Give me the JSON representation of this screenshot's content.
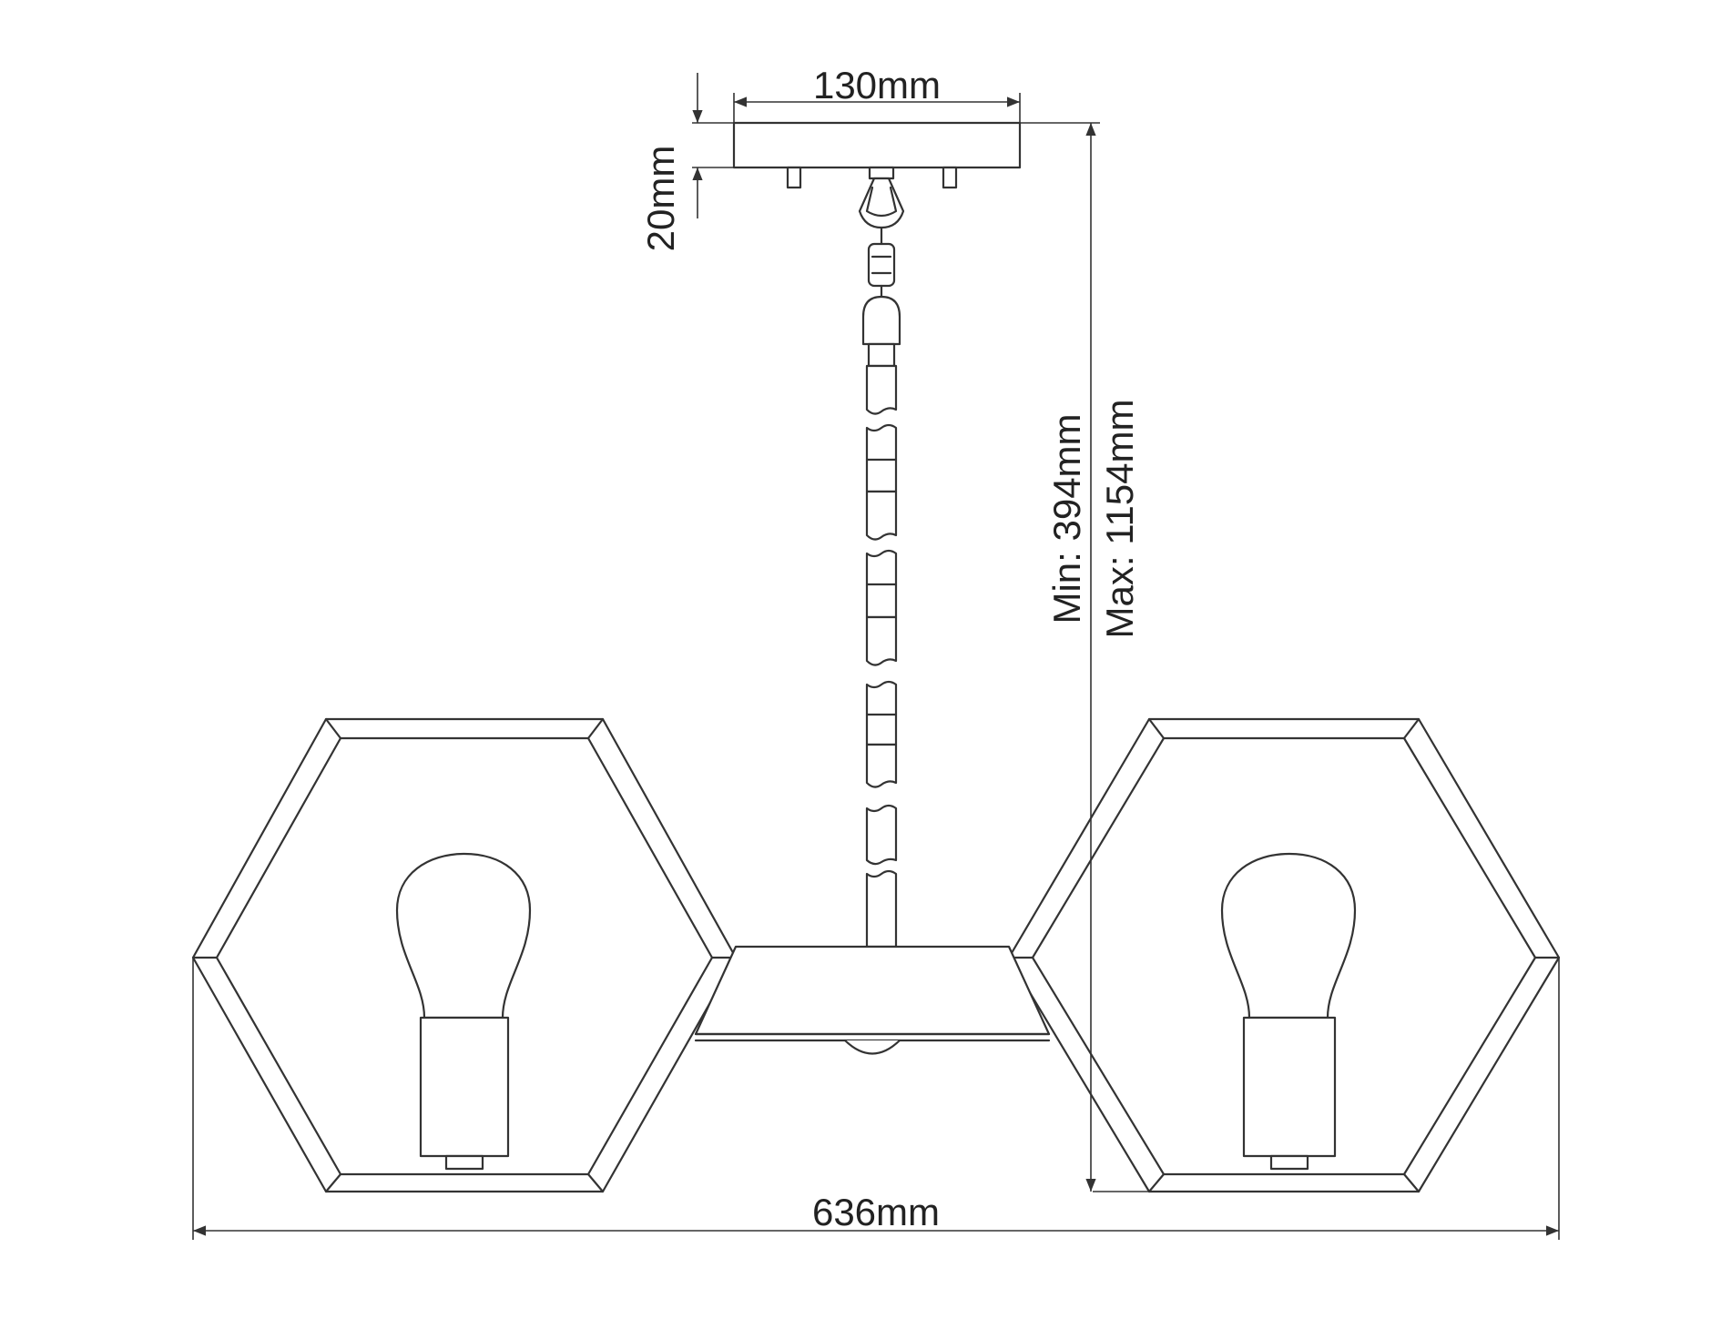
{
  "diagram": {
    "stroke_color": "#333333",
    "background": "#ffffff",
    "dimensions": {
      "canopy_width": "130mm",
      "canopy_height": "20mm",
      "drop_min": "Min: 394mm",
      "drop_max": "Max: 1154mm",
      "overall_width": "636mm"
    },
    "components": [
      "ceiling-canopy",
      "suspension-chain",
      "central-body",
      "left-hexagon-shade",
      "right-hexagon-shade",
      "left-bulb",
      "right-bulb"
    ]
  }
}
